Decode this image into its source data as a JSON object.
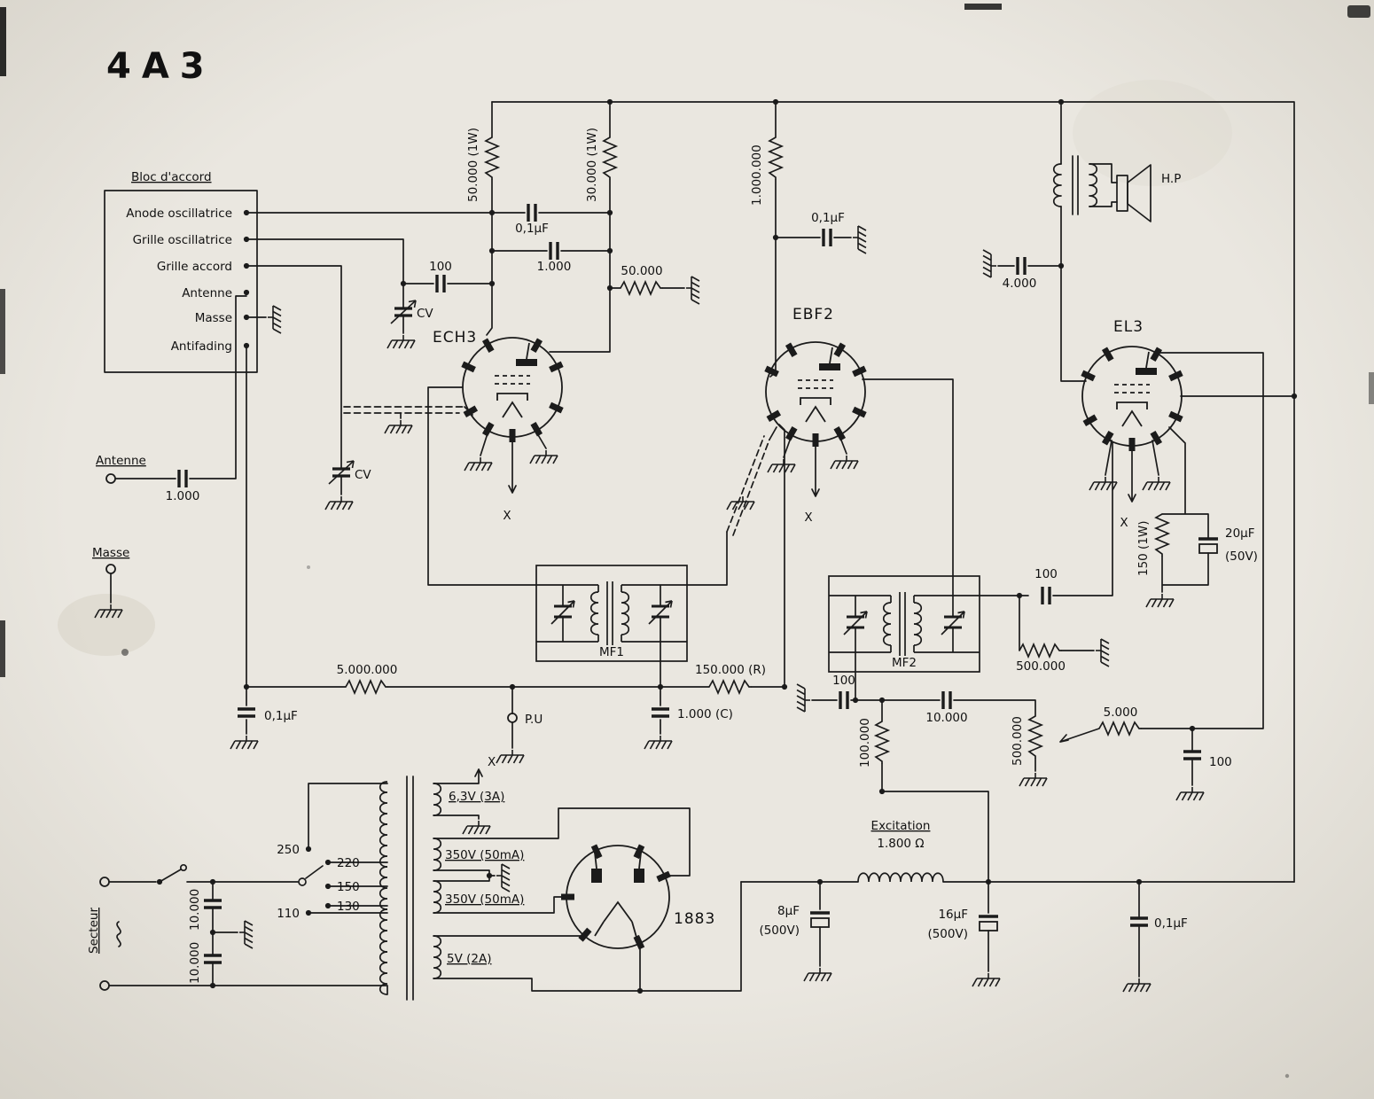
{
  "title": "4A3",
  "bloc_accord": {
    "title": "Bloc d'accord",
    "pins": [
      "Anode oscillatrice",
      "Grille oscillatrice",
      "Grille accord",
      "Antenne",
      "Masse",
      "Antifading"
    ]
  },
  "inputs": {
    "antenne": {
      "label": "Antenne",
      "cap": "1.000"
    },
    "masse": {
      "label": "Masse"
    },
    "secteur": {
      "label": "Secteur"
    },
    "pu": {
      "label": "P.U"
    }
  },
  "tubes": {
    "converter": "ECH3",
    "if_det": "EBF2",
    "output": "EL3",
    "rectifier": "1883"
  },
  "if_cans": {
    "mf1": "MF1",
    "mf2": "MF2"
  },
  "speaker": {
    "label": "H.P"
  },
  "oscillator": {
    "anode_resistor": "50.000 (1W)",
    "screen_resistor": "30.000 (1W)",
    "cap1": "0,1µF",
    "cap2": "1.000",
    "grid_cap": "100",
    "grid_resistor": "50.000",
    "cv1": "CV",
    "cv2": "CV"
  },
  "if_stage": {
    "grid_resistor": "1.000.000",
    "grid_cap": "0,1µF"
  },
  "output_stage": {
    "tone_cap": "4.000",
    "cathode_cap": "20µF",
    "cathode_cap_v": "(50V)",
    "cathode_resistor": "150 (1W)",
    "grid_cap": "100",
    "grid_resistor": "500.000"
  },
  "detection": {
    "avc_resistor": "5.000.000",
    "avc_cap": "0,1µF",
    "det_resistor": "150.000 (R)",
    "det_cap": "1.000 (C)",
    "cap_100": "100",
    "cap_10000": "10.000",
    "resistor_100000": "100.000",
    "volume_pot": "500.000",
    "fb_resistor": "5.000",
    "fb_cap": "100"
  },
  "power": {
    "excitation": "Excitation",
    "excitation_value": "1.800 Ω",
    "c8": "8µF",
    "c8v": "(500V)",
    "c16": "16µF",
    "c16v": "(500V)",
    "c01": "0,1µF",
    "line_cap1": "10.000",
    "line_cap2": "10.000",
    "taps": [
      "250",
      "220",
      "150",
      "130",
      "110"
    ],
    "windings": [
      "6,3V (3A)",
      "350V (50mA)",
      "350V (50mA)",
      "5V (2A)"
    ]
  },
  "marks": {
    "heater": "X"
  }
}
